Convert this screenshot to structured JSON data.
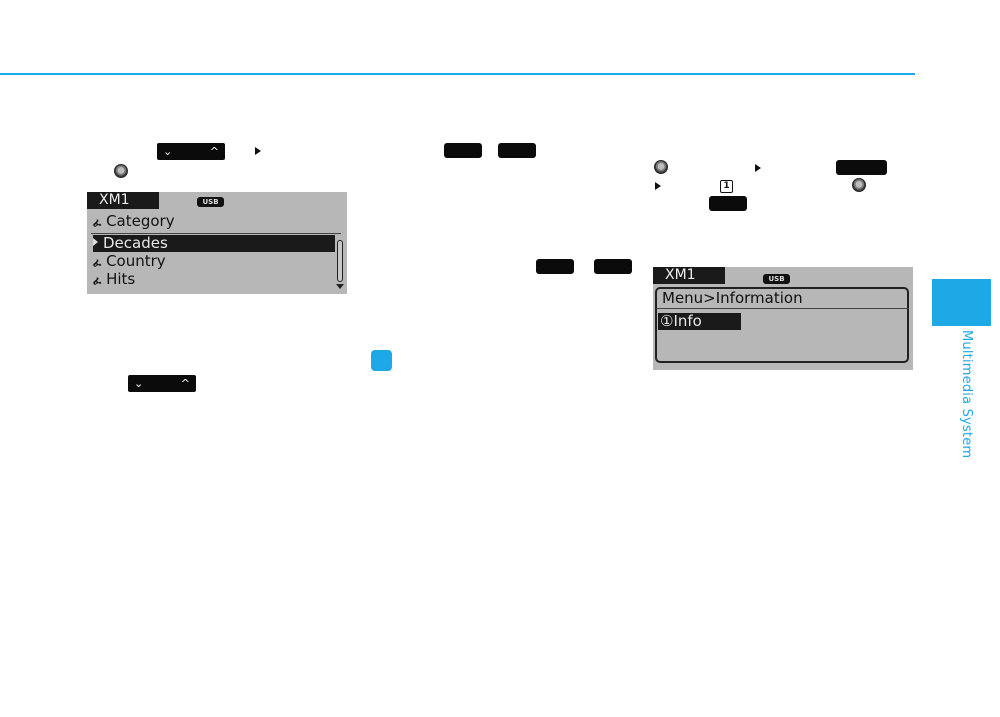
{
  "colors": {
    "accent": "#1ea8e6",
    "lcd_bg": "#b7b7b7",
    "key": "#0b0b0b"
  },
  "sidebar": {
    "section_label": "Multimedia System"
  },
  "icons": {
    "tune_down": "chevron-down-icon",
    "tune_up": "chevron-up-icon",
    "knob": "knob-icon",
    "arrow": "right-arrow-icon",
    "info_symbol": "①"
  },
  "tune_glyphs": {
    "down": "⌄",
    "up": "^"
  },
  "screen1": {
    "tab": "XM1",
    "badge": "USB",
    "header": "Category",
    "items": [
      "Decades",
      "Country",
      "Hits"
    ],
    "selected_index": 0
  },
  "screen2": {
    "tab": "XM1",
    "badge": "USB",
    "header": "Menu>Information",
    "item": "①Info"
  }
}
